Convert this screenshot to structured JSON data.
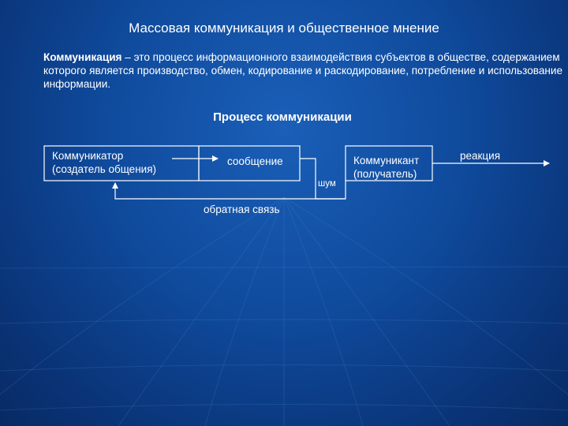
{
  "slide": {
    "title": "Массовая коммуникация и общественное мнение",
    "definition_term": "Коммуникация",
    "definition_text": " – это процесс информационного взаимодействия субъектов в обществе, содержанием которого является производство, обмен, кодирование и раскодирование, потребление и использование информации.",
    "subtitle": "Процесс коммуникации"
  },
  "diagram": {
    "communicator_line1": "Коммуникатор",
    "communicator_line2": "(создатель общения)",
    "message": "сообщение",
    "noise": "шум",
    "recipient_line1": "Коммуникант",
    "recipient_line2": "(получатель)",
    "reaction": "реакция",
    "feedback": "обратная связь"
  },
  "colors": {
    "line": "#ffffff",
    "background_center": "#1a5fb8",
    "background_edge": "#082a63"
  }
}
